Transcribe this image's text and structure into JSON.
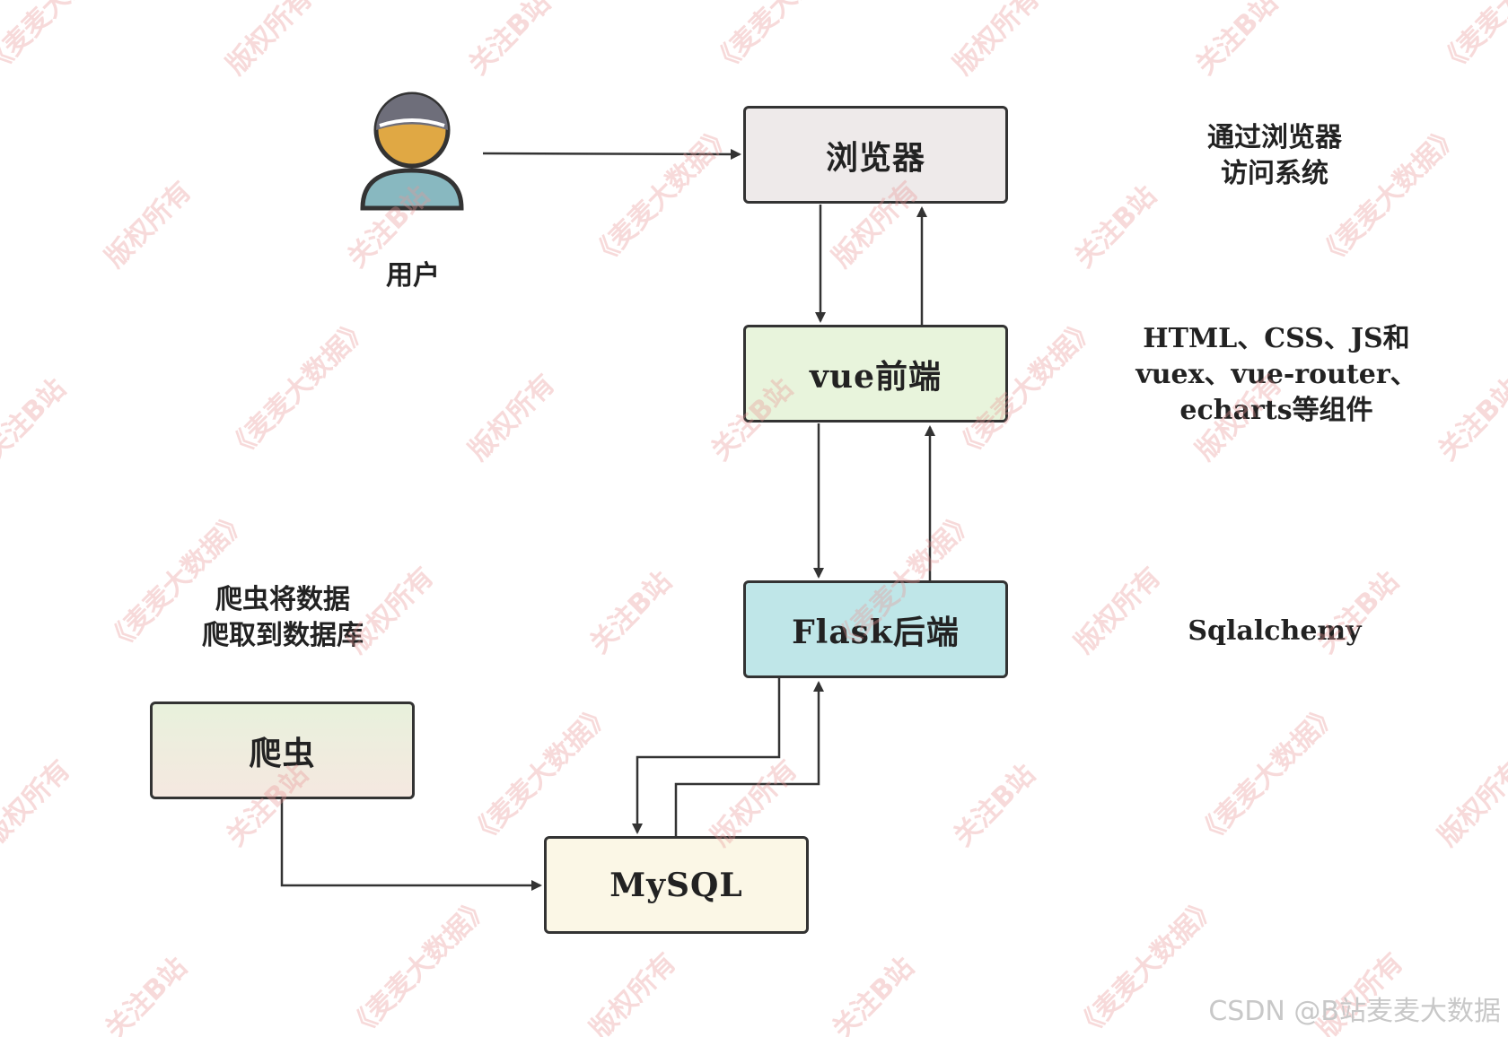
{
  "nodes": {
    "browser": {
      "label": "浏览器",
      "fill": "#eeeaea"
    },
    "vue": {
      "label": "vue前端",
      "fill": "#e8f4dc"
    },
    "flask": {
      "label": "Flask后端",
      "fill": "#bfe6e8"
    },
    "crawler": {
      "label": "爬虫",
      "fill_top": "#e8f1dc",
      "fill_bottom": "#f5e8e0"
    },
    "mysql": {
      "label": "MySQL",
      "fill": "#fbf7e6"
    }
  },
  "user": {
    "label": "用户",
    "icon": "user-icon",
    "head_color": "#e0a844",
    "hair_color": "#6e6e7a",
    "body_color": "#88b8c0"
  },
  "notes": {
    "browser": [
      "通过浏览器",
      "访问系统"
    ],
    "frontend": [
      "HTML、CSS、JS和",
      "vuex、vue-router、",
      "echarts等组件"
    ],
    "backend": [
      "Sqlalchemy"
    ],
    "crawler": [
      "爬虫将数据",
      "爬取到数据库"
    ]
  },
  "watermark": {
    "credit": "CSDN @B站麦麦大数据",
    "pattern": [
      "关注B站",
      "《麦麦大数据》",
      "版权所有"
    ]
  },
  "colors": {
    "stroke": "#333333",
    "watermark": "#e89696"
  }
}
